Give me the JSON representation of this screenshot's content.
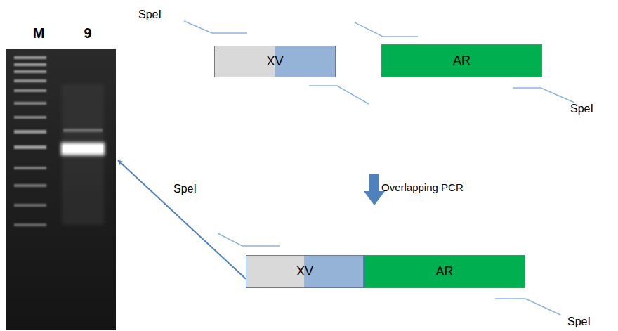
{
  "diagram": {
    "nodes": [
      {
        "text": [
          "M",
          "9"
        ]
      },
      {
        "text": [
          "XV"
        ]
      },
      {
        "text": [
          "AR"
        ]
      },
      {
        "text": [
          "XV"
        ]
      },
      {
        "text": [
          "AR"
        ]
      }
    ],
    "edges": [
      {
        "from": 3,
        "to": 0,
        "arrow": "to",
        "label": "SpeI"
      }
    ],
    "labels": [
      "SpeI",
      "SpeI",
      "Overlapping PCR",
      "SpeI"
    ]
  }
}
